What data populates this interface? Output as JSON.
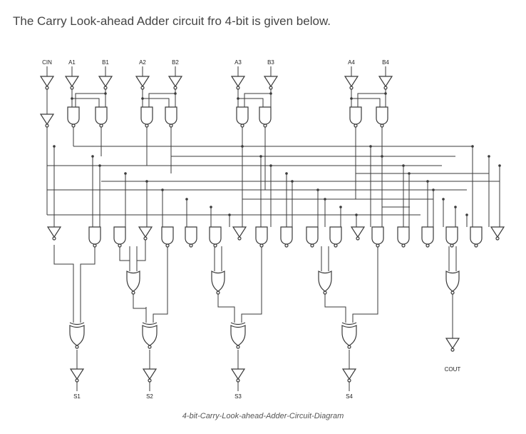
{
  "intro_text": "The Carry Look-ahead Adder circuit fro 4-bit is given below.",
  "caption": "4-bit-Carry-Look-ahead-Adder-Circuit-Diagram",
  "input_labels": [
    "CIN",
    "A1",
    "B1",
    "A2",
    "B2",
    "A3",
    "B3",
    "A4",
    "B4"
  ],
  "output_labels": [
    "S1",
    "S2",
    "S3",
    "S4",
    "COUT"
  ],
  "colors": {
    "wire": "#3a3a3a",
    "text": "#444444",
    "caption": "#555555"
  }
}
